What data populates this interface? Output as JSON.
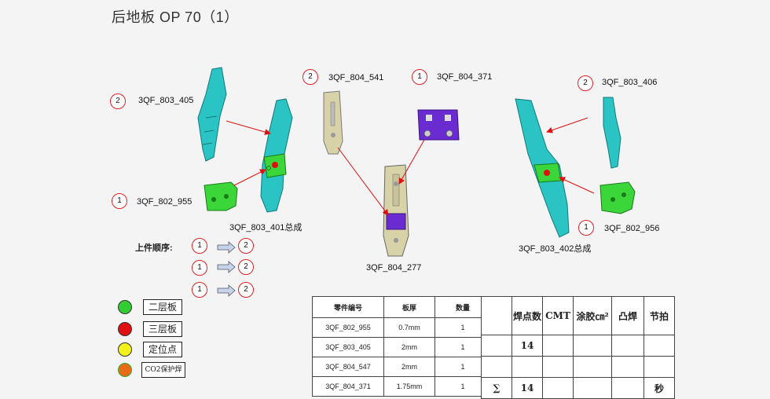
{
  "title": "后地板 OP 70（1）",
  "parts": [
    {
      "id": "p1",
      "badge": "2",
      "label": "3QF_803_405"
    },
    {
      "id": "p2",
      "badge": "1",
      "label": "3QF_802_955"
    },
    {
      "id": "p3",
      "badge": "2",
      "label": "3QF_804_541"
    },
    {
      "id": "p4",
      "badge": "1",
      "label": "3QF_804_371"
    },
    {
      "id": "p5",
      "badge": "2",
      "label": "3QF_803_406"
    },
    {
      "id": "p6",
      "badge": "1",
      "label": "3QF_802_956"
    }
  ],
  "assemblies": {
    "left": "3QF_803_401总成",
    "center": "3QF_804_277",
    "right": "3QF_803_402总成"
  },
  "sequence": {
    "title": "上件顺序:",
    "rows": [
      {
        "from": "1",
        "to": "2"
      },
      {
        "from": "1",
        "to": "2"
      },
      {
        "from": "1",
        "to": "2"
      }
    ]
  },
  "legend": [
    {
      "color": "#33cc33",
      "label": "二层板"
    },
    {
      "color": "#e01010",
      "label": "三层板"
    },
    {
      "color": "#f2f21a",
      "label": "定位点"
    },
    {
      "color": "#e86b1a",
      "label": "CO2保护焊"
    }
  ],
  "parts_table": {
    "headers": [
      "零件编号",
      "板厚",
      "数量"
    ],
    "rows": [
      [
        "3QF_802_955",
        "0.7mm",
        "1"
      ],
      [
        "3QF_803_405",
        "2mm",
        "1"
      ],
      [
        "3QF_804_547",
        "2mm",
        "1"
      ],
      [
        "3QF_804_371",
        "1.75mm",
        "1"
      ]
    ]
  },
  "stats_table": {
    "headers": [
      "",
      "焊点数",
      "CMT",
      "涂胶㎝²",
      "凸焊",
      "节拍"
    ],
    "rows": [
      [
        "",
        "",
        "",
        " ",
        "",
        ""
      ],
      [
        "",
        "14",
        "",
        "",
        "",
        ""
      ],
      [
        "",
        "",
        "",
        "",
        "",
        ""
      ],
      [
        "∑",
        "14",
        "",
        "",
        "",
        "秒"
      ]
    ]
  },
  "colors": {
    "cyan": "#2bc4c4",
    "green": "#3ad63a",
    "purple": "#6a2bd0",
    "tan": "#d8d2a8",
    "red": "#e01010"
  }
}
